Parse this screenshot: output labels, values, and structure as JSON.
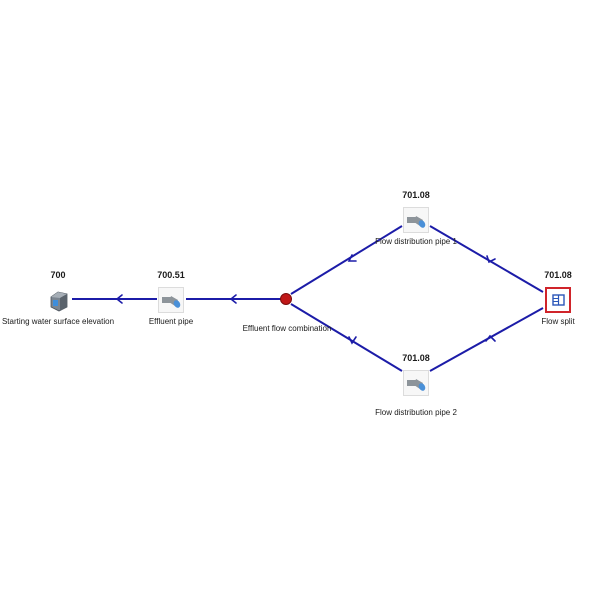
{
  "colors": {
    "connector": "#1c1ca8",
    "junction": "#c01818",
    "selection": "#d0242a"
  },
  "nodes": {
    "start": {
      "elevation": "700",
      "label": "Starting water surface elevation",
      "icon": "reservoir-icon"
    },
    "effluent_pipe": {
      "elevation": "700.51",
      "label": "Effluent pipe",
      "icon": "pipe-icon"
    },
    "combination": {
      "label": "Effluent flow combination",
      "icon": "junction-icon"
    },
    "pipe1": {
      "elevation": "701.08",
      "label": "Flow distribution pipe 1",
      "icon": "pipe-icon"
    },
    "pipe2": {
      "elevation": "701.08",
      "label": "Flow distribution pipe 2",
      "icon": "pipe-icon"
    },
    "split": {
      "elevation": "701.08",
      "label": "Flow split",
      "icon": "flow-split-icon"
    }
  }
}
